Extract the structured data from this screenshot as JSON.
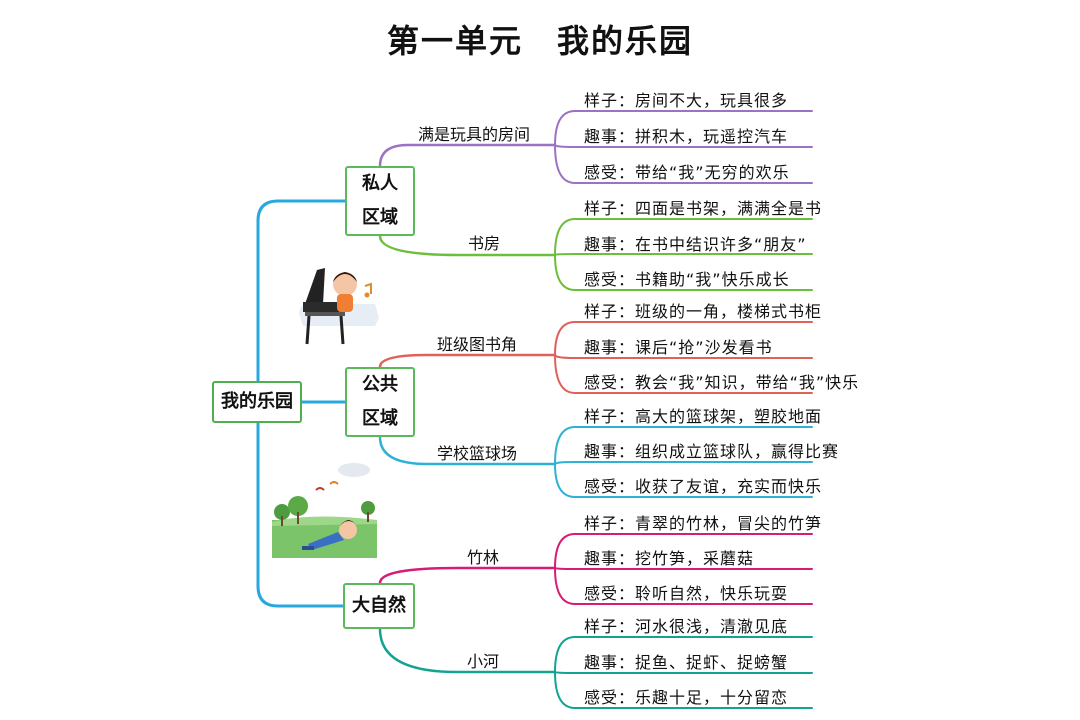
{
  "title": "第一单元　我的乐园",
  "root": "我的乐园",
  "colors": {
    "trunk": "#29a8de"
  },
  "groups": [
    {
      "line1": "私人",
      "line2": "区域",
      "subs": [
        {
          "label": "满是玩具的房间",
          "color": "#9b72c4",
          "leaves": [
            "样子：房间不大，玩具很多",
            "趣事：拼积木，玩遥控汽车",
            "感受：带给“我”无穷的欢乐"
          ]
        },
        {
          "label": "书房",
          "color": "#6cbf3a",
          "leaves": [
            "样子：四面是书架，满满全是书",
            "趣事：在书中结识许多“朋友”",
            "感受：书籍助“我”快乐成长"
          ]
        }
      ]
    },
    {
      "line1": "公共",
      "line2": "区域",
      "subs": [
        {
          "label": "班级图书角",
          "color": "#e0605a",
          "leaves": [
            "样子：班级的一角，楼梯式书柜",
            "趣事：课后“抢”沙发看书",
            "感受：教会“我”知识，带给“我”快乐"
          ]
        },
        {
          "label": "学校篮球场",
          "color": "#2fb1d6",
          "leaves": [
            "样子：高大的篮球架，塑胶地面",
            "趣事：组织成立篮球队，赢得比赛",
            "感受：收获了友谊，充实而快乐"
          ]
        }
      ]
    },
    {
      "line1": "大自然",
      "line2": "",
      "subs": [
        {
          "label": "竹林",
          "color": "#d81b74",
          "leaves": [
            "样子：青翠的竹林，冒尖的竹笋",
            "趣事：挖竹笋，采蘑菇",
            "感受：聆听自然，快乐玩耍"
          ]
        },
        {
          "label": "小河",
          "color": "#12a391",
          "leaves": [
            "样子：河水很浅，清澈见底",
            "趣事：捉鱼、捉虾、捉螃蟹",
            "感受：乐趣十足，十分留恋"
          ]
        }
      ]
    }
  ]
}
